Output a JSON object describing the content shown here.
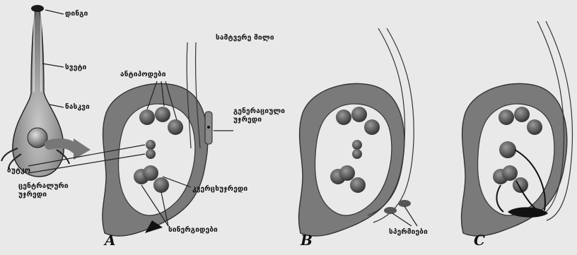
{
  "labels": {
    "stigma": "დინგი",
    "style": "სვეტი",
    "ovary": "ნასკვი",
    "ovule": "ბუტკო",
    "antipodals": "ანტიპოდები",
    "pollen_tube": "სამტვერე მილი",
    "generative_cell": "გენერაციული უჯრედი",
    "central_cell": "ცენტრალური უჯრედი",
    "egg_cell": "კვერცხუჯრედი",
    "synergids": "სინერგიდები",
    "sperms": "სპერმიები"
  },
  "panels": [
    "A",
    "B",
    "C"
  ]
}
